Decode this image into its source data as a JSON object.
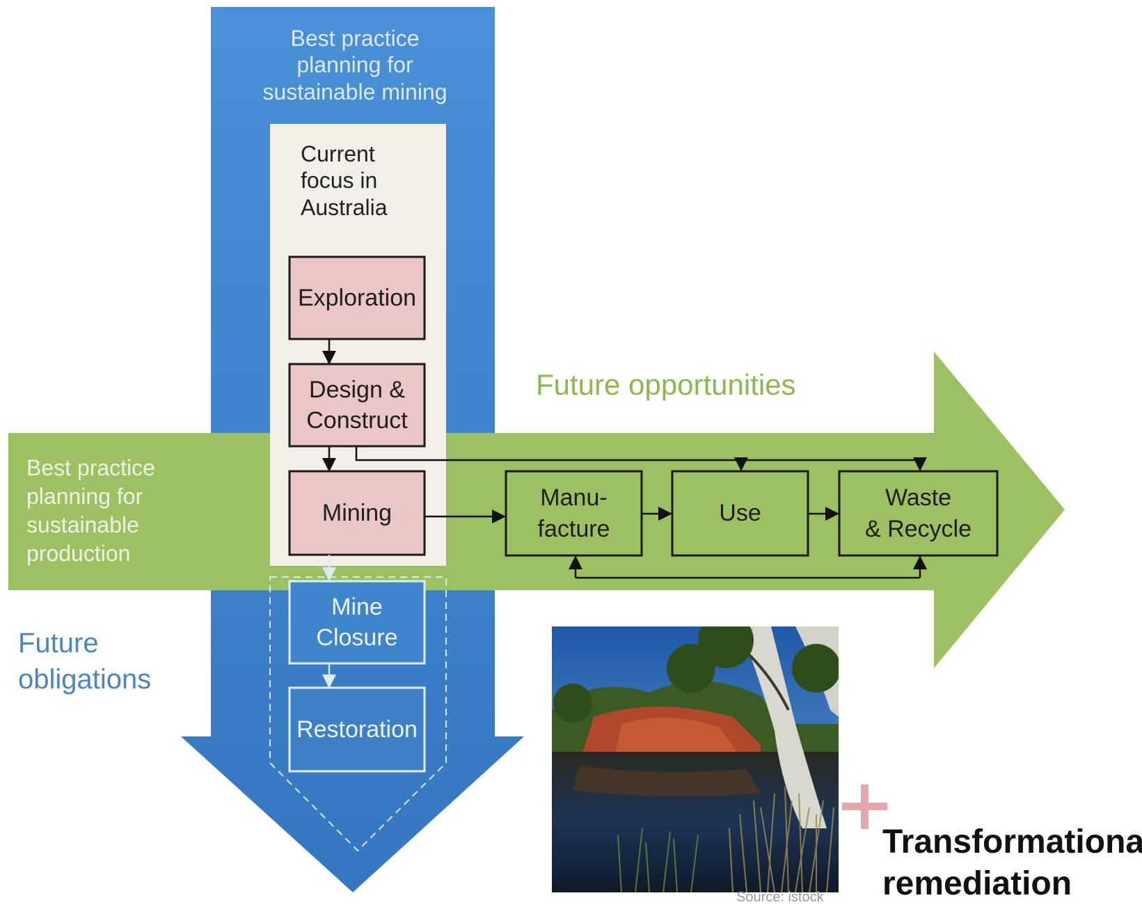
{
  "vertical_arrow": {
    "title": "Best practice\nplanning for\nsustainable mining",
    "color": "#3f85cc"
  },
  "horizontal_arrow": {
    "title": "Best practice\nplanning for\nsustainable\nproduction",
    "color": "#9cc062"
  },
  "current_focus": {
    "label": "Current\nfocus in\nAustralia",
    "steps": [
      {
        "label": "Exploration"
      },
      {
        "label": "Design &\nConstruct"
      },
      {
        "label": "Mining"
      }
    ],
    "box_fill": "#ebc6c7"
  },
  "future_opportunities": {
    "label": "Future opportunities",
    "steps": [
      {
        "label": "Manu-\nfacture"
      },
      {
        "label": "Use"
      },
      {
        "label": "Waste\n& Recycle"
      }
    ]
  },
  "future_obligations": {
    "label": "Future\nobligations",
    "steps": [
      {
        "label": "Mine\nClosure"
      },
      {
        "label": "Restoration"
      }
    ]
  },
  "photo": {
    "source": "Source: istock"
  },
  "remediation": {
    "symbol": "+",
    "label": "Transformational\nremediation",
    "plus_color": "#e3a6ab"
  }
}
